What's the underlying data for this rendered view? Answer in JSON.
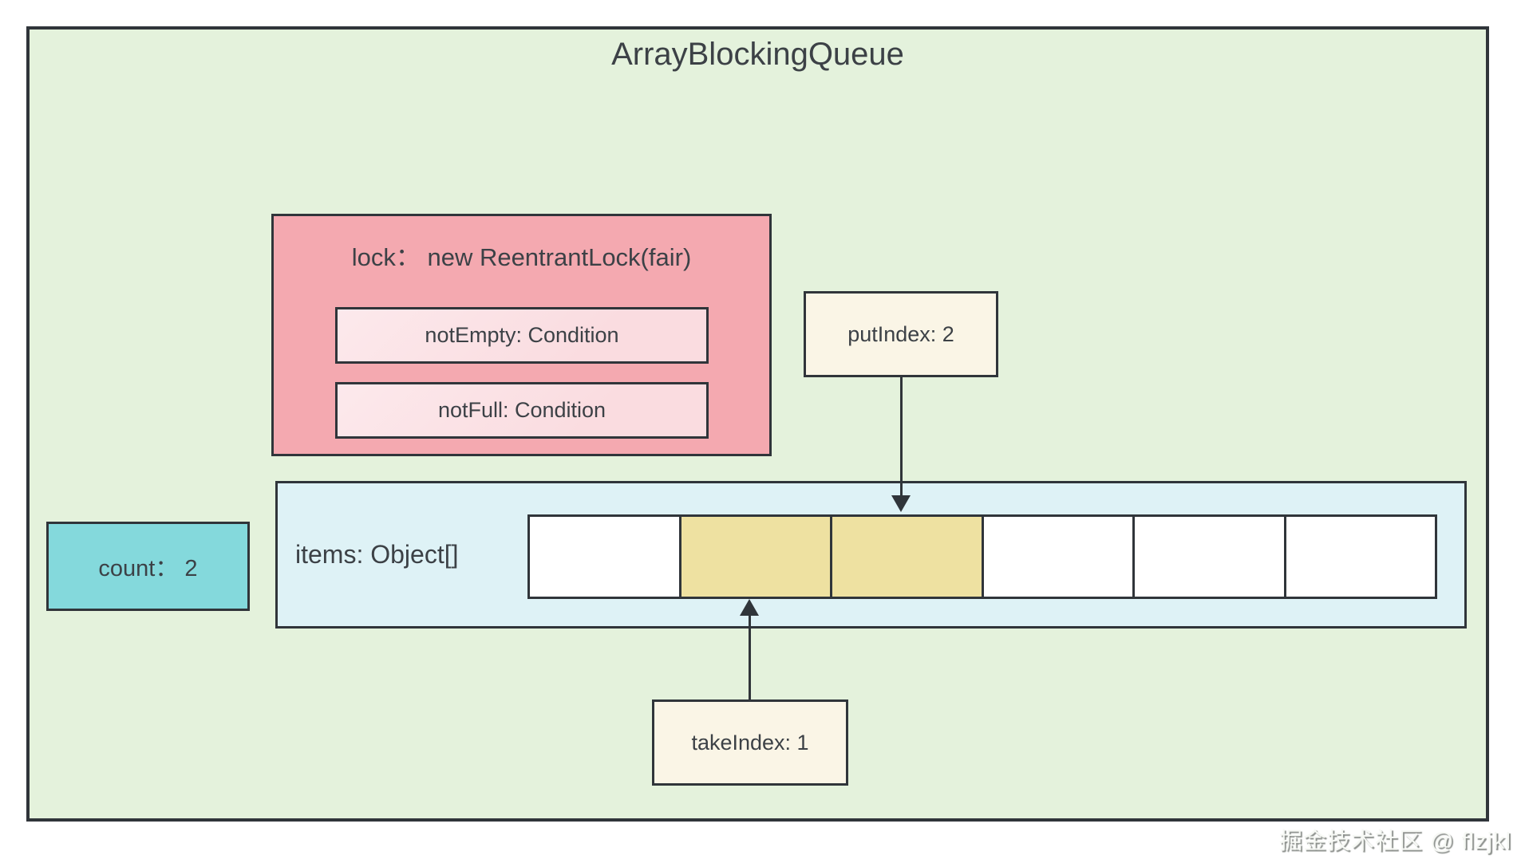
{
  "title": "ArrayBlockingQueue",
  "lock": {
    "label": "lock： new ReentrantLock(fair)",
    "not_empty": "notEmpty: Condition",
    "not_full": "notFull: Condition"
  },
  "pointers": {
    "put_index": "putIndex: 2",
    "take_index": "takeIndex: 1"
  },
  "count": "count： 2",
  "items": {
    "label": "items: Object[]",
    "cell_count": 6,
    "cells": [
      {
        "index": 0,
        "occupied": false
      },
      {
        "index": 1,
        "occupied": true
      },
      {
        "index": 2,
        "occupied": true
      },
      {
        "index": 3,
        "occupied": false
      },
      {
        "index": 4,
        "occupied": false
      },
      {
        "index": 5,
        "occupied": false
      }
    ]
  },
  "watermark": "掘金技术社区 @ flzjkl",
  "colors": {
    "canvas_bg": "#e4f2dc",
    "lock_pink": "#f4a9b0",
    "condition_pink": "#fadce0",
    "index_cream": "#faf5e6",
    "count_cyan": "#84d9dc",
    "items_blue": "#def2f6",
    "cell_occupied": "#eee1a1",
    "cell_empty": "#ffffff",
    "ink": "#30353a",
    "text": "#3c4146"
  }
}
